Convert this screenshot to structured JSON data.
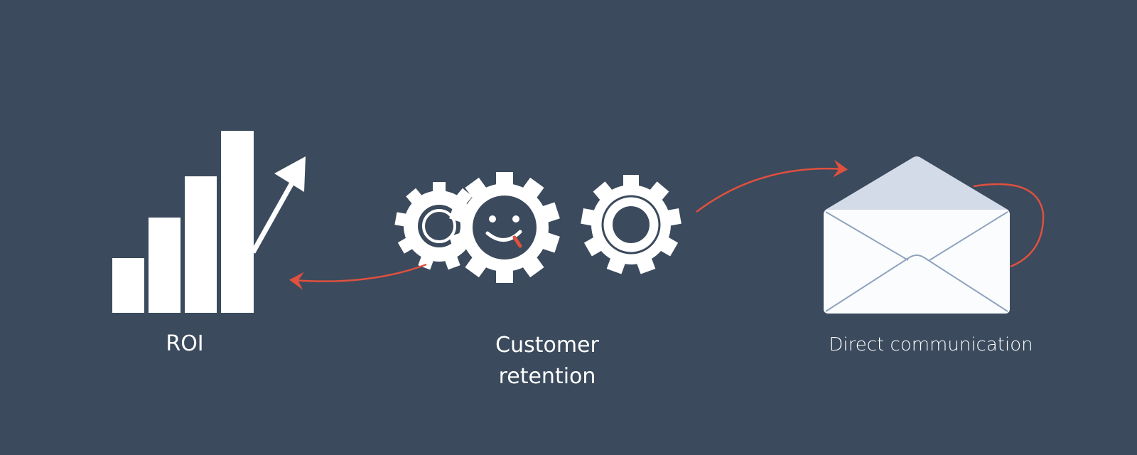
{
  "diagram": {
    "colors": {
      "background": "#3b4a5c",
      "icon": "#ffffff",
      "accent_arrow": "#e0503f",
      "envelope_flap": "#d3dbe8",
      "envelope_lines": "#8fa3bd"
    },
    "nodes": [
      {
        "id": "roi",
        "label": "ROI",
        "icon": "bar-chart-up-arrow-icon"
      },
      {
        "id": "customer_retention",
        "label": "Customer retention",
        "label_lines": [
          "Customer",
          "retention"
        ],
        "icon": "gears-smiley-icon"
      },
      {
        "id": "direct_communication",
        "label": "Direct communication",
        "icon": "open-envelope-icon"
      }
    ],
    "edges": [
      {
        "from": "customer_retention",
        "to": "roi",
        "style": "curved-red-arrow"
      },
      {
        "from": "customer_retention",
        "to": "direct_communication",
        "style": "curved-red-arrow"
      },
      {
        "from": "direct_communication",
        "to": "direct_communication",
        "style": "curved-red-loop"
      }
    ]
  }
}
